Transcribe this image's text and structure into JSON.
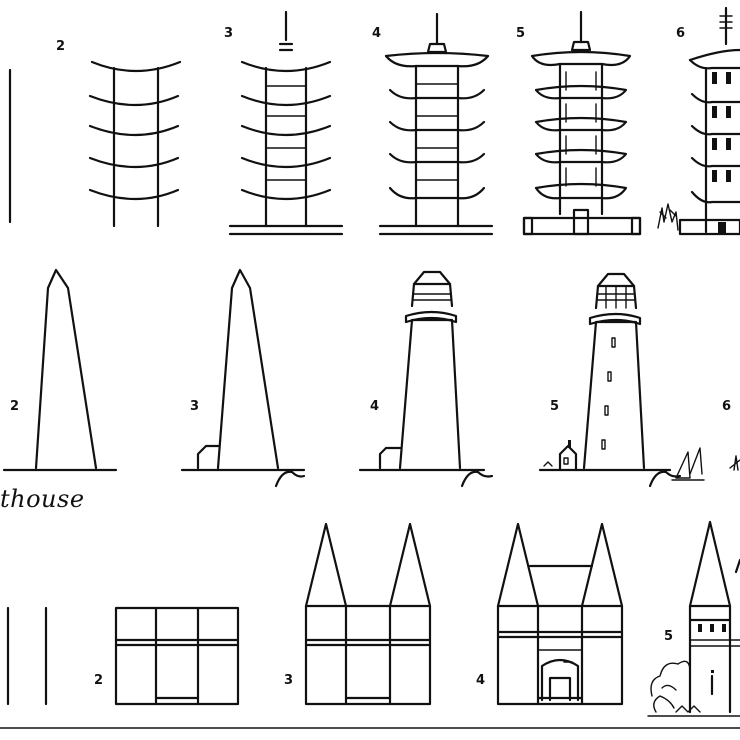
{
  "sections": {
    "pagoda": {
      "step_numbers": [
        "2",
        "3",
        "4",
        "5",
        "6"
      ]
    },
    "lighthouse": {
      "caption": "thouse",
      "step_numbers": [
        "2",
        "3",
        "4",
        "5",
        "6"
      ]
    },
    "gate": {
      "step_numbers": [
        "2",
        "3",
        "4",
        "5"
      ]
    }
  }
}
